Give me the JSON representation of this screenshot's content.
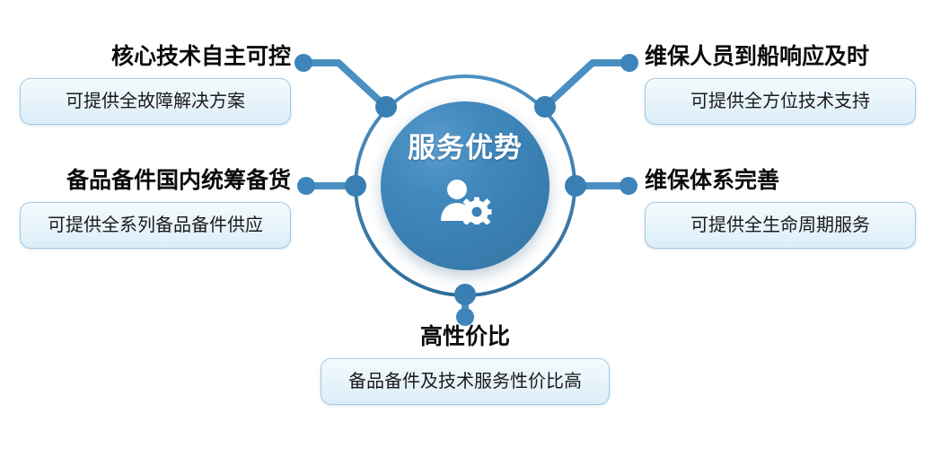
{
  "diagram": {
    "type": "hub-and-spoke",
    "background_color": "#ffffff",
    "accent_color": "#3b80b4",
    "node_color": "#3d83b8",
    "pill_border_color": "#9ec9e4",
    "pill_fill_color": "#e7f3fb",
    "hub": {
      "title": "服务优势",
      "icon": "user-gear-icon",
      "fill_color": "#3b80b4",
      "text_color": "#ffffff"
    },
    "branches": [
      {
        "id": "core-technology",
        "position": "top-left",
        "heading": "核心技术自主可控",
        "detail": "可提供全故障解决方案"
      },
      {
        "id": "spare-parts",
        "position": "middle-left",
        "heading": "备品备件国内统筹备货",
        "detail": "可提供全系列备品备件供应"
      },
      {
        "id": "onboard-response",
        "position": "top-right",
        "heading": "维保人员到船响应及时",
        "detail": "可提供全方位技术支持"
      },
      {
        "id": "maintenance-system",
        "position": "middle-right",
        "heading": "维保体系完善",
        "detail": "可提供全生命周期服务"
      },
      {
        "id": "cost-performance",
        "position": "bottom",
        "heading": "高性价比",
        "detail": "备品备件及技术服务性价比高"
      }
    ]
  }
}
